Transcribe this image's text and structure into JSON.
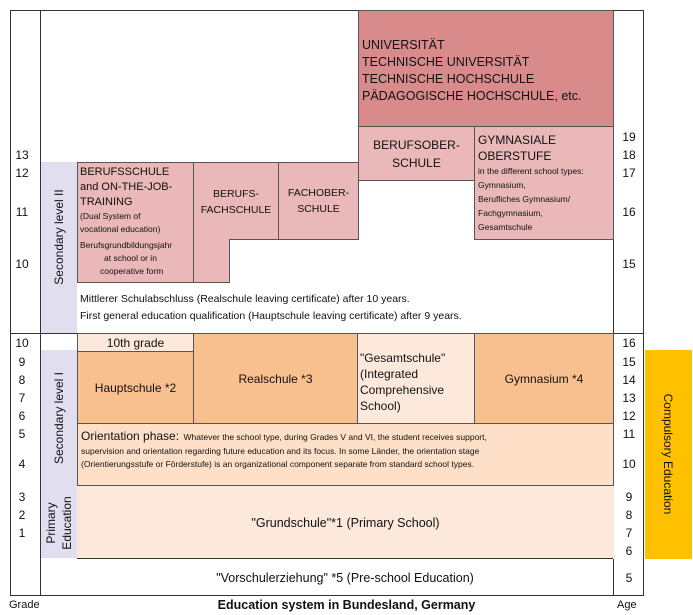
{
  "title": "Education system in Bundesland, Germany",
  "axis": {
    "left_label": "Grade",
    "right_label": "Age"
  },
  "grades": [
    "13",
    "12",
    "11",
    "10",
    "10",
    "9",
    "8",
    "7",
    "6",
    "5",
    "4",
    "3",
    "2",
    "1"
  ],
  "ages": [
    "19",
    "18",
    "17",
    "16",
    "15",
    "16",
    "15",
    "14",
    "13",
    "12",
    "11",
    "10",
    "9",
    "8",
    "7",
    "6",
    "5"
  ],
  "university": {
    "lines": [
      "UNIVERSITÄT",
      "TECHNISCHE UNIVERSITÄT",
      "TECHNISCHE HOCHSCHULE",
      "PÄDAGOGISCHE HOCHSCHULE, etc."
    ]
  },
  "secondary2": {
    "label": "Secondary level II",
    "berufsoberschule": [
      "BERUFSOBER-",
      "SCHULE"
    ],
    "gymnasiale": {
      "title": [
        "GYMNASIALE",
        "OBERSTUFE"
      ],
      "detail": [
        "in the different school types:",
        "Gymnasium,",
        "Berufliches Gymnasium/",
        "Fachgymnasium,",
        "Gesamtschule"
      ]
    },
    "berufsschule": {
      "title": [
        "BERUFSSCHULE",
        "and ON-THE-JOB-",
        "TRAINING"
      ],
      "detail": [
        "(Dual System of",
        "vocational education)",
        "Berufsgrundbildungsjahr",
        "at school or in",
        "cooperative form"
      ]
    },
    "berufsfachschule": [
      "BERUFS-",
      "FACHSCHULE"
    ],
    "fachoberschule": [
      "FACHOBER-",
      "SCHULE"
    ],
    "notes": [
      "Mittlerer Schulabschluss (Realschule leaving certificate) after 10 years.",
      "First general education qualification (Hauptschule leaving certificate) after 9 years."
    ]
  },
  "secondary1": {
    "label": "Secondary level I",
    "tenth_grade": "10th grade",
    "hauptschule": "Hauptschule *2",
    "realschule": "Realschule *3",
    "gesamtschule": [
      "\"Gesamtschule\"",
      "(Integrated",
      "Comprehensive",
      "School)"
    ],
    "gymnasium": "Gymnasium *4",
    "orientation_title": "Orientation phase:",
    "orientation_text": [
      "Whatever the school type, during Grades V and VI, the student receives support,",
      "supervision and orientation regarding future education and its focus. In some Länder, the orientation stage",
      "(Orientierungsstufe or Förderstufe) is an organizational component separate from standard school types."
    ]
  },
  "primary": {
    "label": [
      "Primary",
      "Education"
    ],
    "grundschule": "\"Grundschule\"*1 (Primary School)"
  },
  "preschool": "\"Vorschulerziehung\" *5 (Pre-school Education)",
  "compulsory": "Compulsory Education",
  "colors": {
    "university": "#d98b8b",
    "sec2_boxes": "#eab8b8",
    "sec1_boxes": "#f9c08f",
    "orientation": "#fde0c7",
    "primary": "#fde8dc",
    "label_bg": "#e0deef",
    "compulsory": "#ffc000"
  }
}
